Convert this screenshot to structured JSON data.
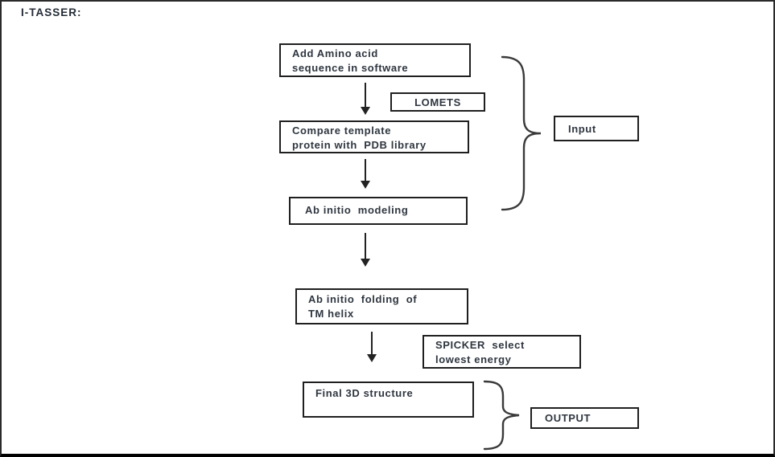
{
  "title": "I-TASSER:",
  "flowchart": {
    "nodes": {
      "step1": "Add Amino acid\nsequence in software",
      "lomets": "LOMETS",
      "step2": "Compare template\nprotein with  PDB library",
      "step3": "Ab initio  modeling",
      "step4": "Ab initio  folding  of\nTM helix",
      "spicker": "SPICKER  select\nlowest energy",
      "final": "Final 3D structure",
      "input": "Input",
      "output": "OUTPUT"
    },
    "connections": [
      "step1 -> step2 (via LOMETS)",
      "step2 -> step3",
      "step3 -> step4",
      "step4 -> final (via SPICKER)"
    ],
    "groups": {
      "input_brace_covers": [
        "step1",
        "step2",
        "step3"
      ],
      "output_brace_covers": [
        "final"
      ]
    }
  },
  "colors": {
    "background": "#ffffff",
    "box_border": "#1f1f1f",
    "text": "#2f3640",
    "arrow": "#222222",
    "brace": "#3a3a3a"
  }
}
